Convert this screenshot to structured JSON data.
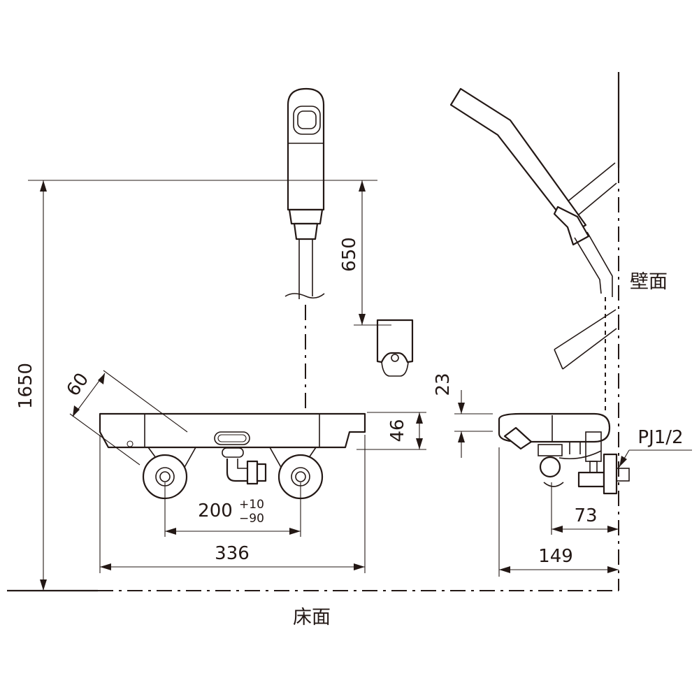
{
  "dimensions": {
    "total_height": "1650",
    "shower_holder_drop": "650",
    "handle_diagonal": "60",
    "body_height": "46",
    "body_top_offset": "23",
    "body_width": "336",
    "pipe_pitch": "200",
    "pitch_tol_plus": "+10",
    "pitch_tol_minus": "−90",
    "wall_to_inlet": "73",
    "wall_to_front": "149",
    "thread_spec": "PJ1/2"
  },
  "labels": {
    "wall": "壁面",
    "floor": "床面"
  }
}
